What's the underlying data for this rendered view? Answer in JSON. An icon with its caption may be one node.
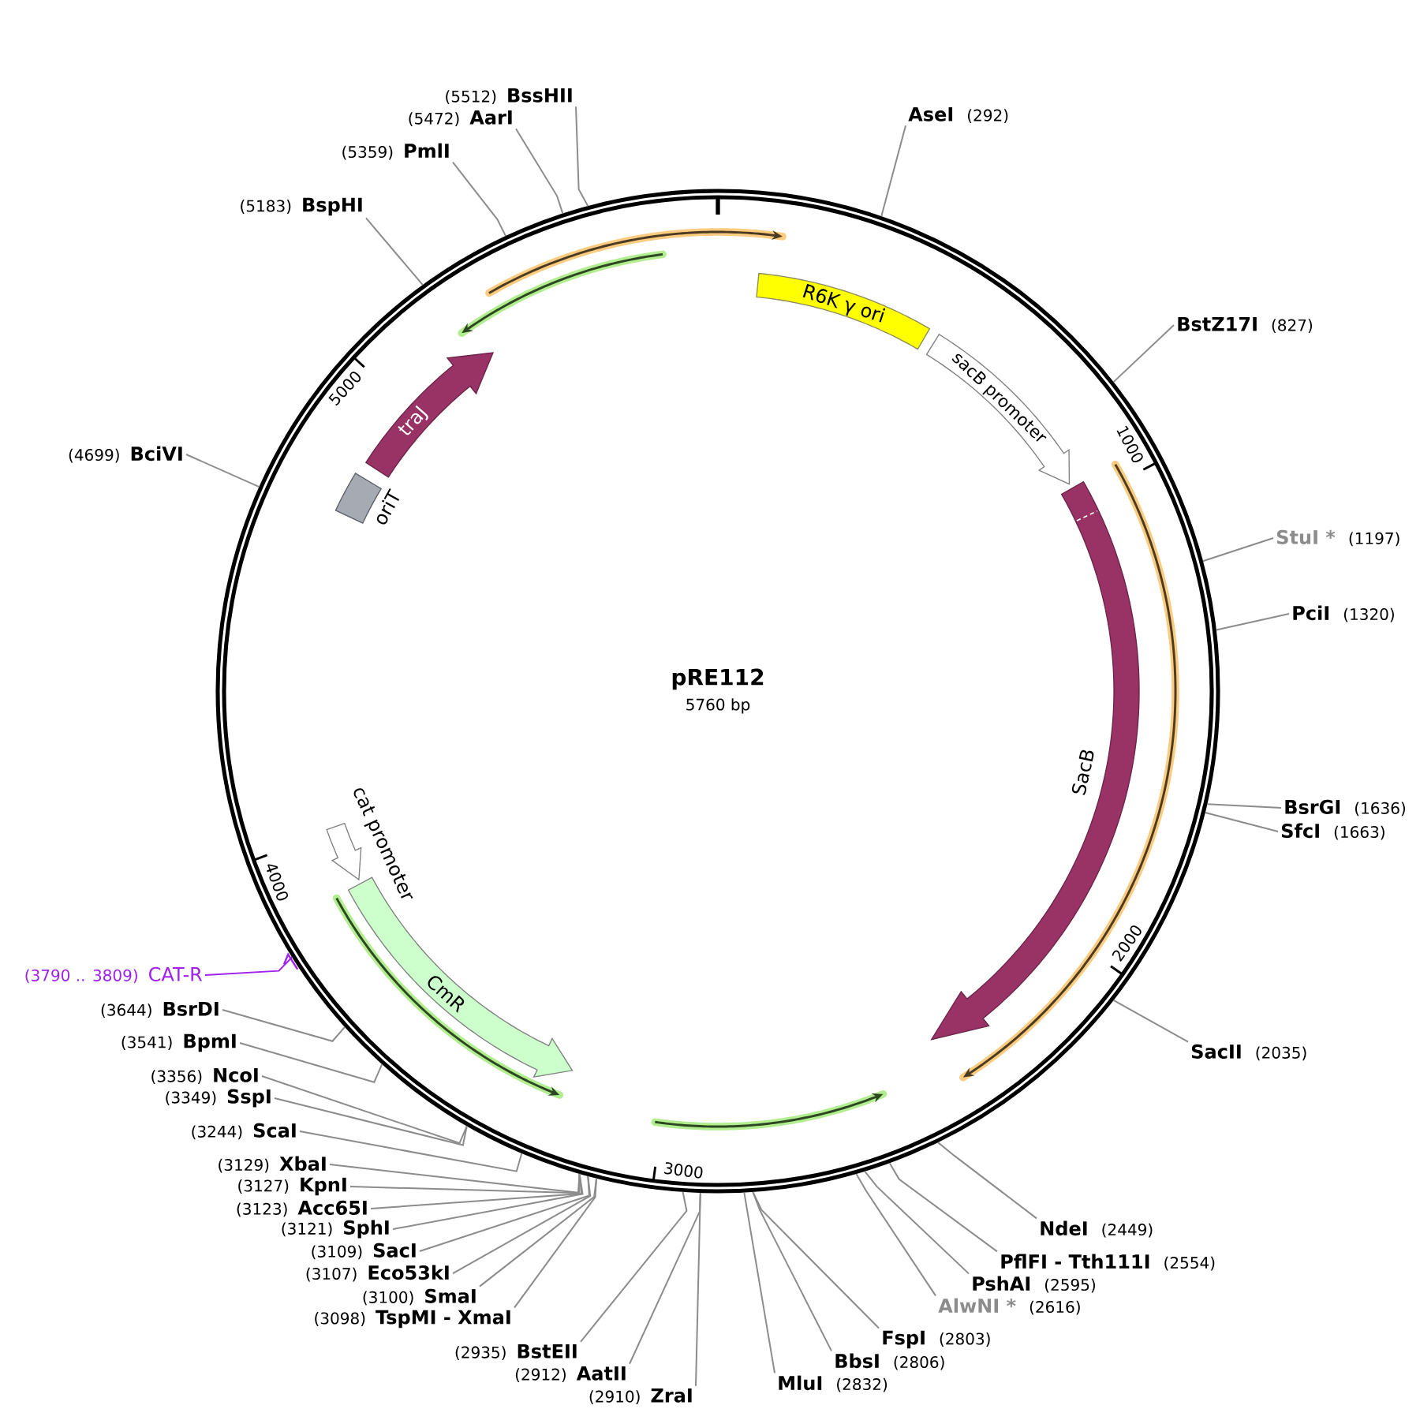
{
  "diagram": {
    "nodes": [
      {
        "text": [
          "pRE112",
          "5760 bp"
        ]
      },
      {
        "text": [
          "R6K γ ori"
        ],
        "in": 0
      },
      {
        "text": [
          "sacB promoter"
        ],
        "in": 0
      },
      {
        "text": [
          "SacB"
        ],
        "in": 0
      },
      {
        "text": [
          "CmR"
        ],
        "in": 0
      },
      {
        "text": [
          "cat promoter"
        ],
        "in": 0
      },
      {
        "text": [
          "oriT"
        ],
        "in": 0
      },
      {
        "text": [
          "traJ"
        ],
        "in": 0
      },
      {
        "text": [
          "(5512)",
          "BssHII"
        ]
      },
      {
        "text": [
          "AseI",
          "(292)"
        ]
      },
      {
        "text": [
          "(5472)",
          "AarI"
        ]
      },
      {
        "text": [
          "(5359)",
          "PmlI"
        ]
      },
      {
        "text": [
          "(5183)",
          "BspHI"
        ]
      },
      {
        "text": [
          "BstZ17I",
          "(827)"
        ]
      },
      {
        "text": [
          "(4699)",
          "BciVI"
        ]
      },
      {
        "text": [
          "StuI *",
          "(1197)"
        ]
      },
      {
        "text": [
          "PciI",
          "(1320)"
        ]
      },
      {
        "text": [
          "BsrGI",
          "(1636)"
        ]
      },
      {
        "text": [
          "SfcI",
          "(1663)"
        ]
      },
      {
        "text": [
          "(3790 .. 3809)",
          "CAT-R"
        ]
      },
      {
        "text": [
          "(3644)",
          "BsrDI"
        ]
      },
      {
        "text": [
          "(3541)",
          "BpmI"
        ]
      },
      {
        "text": [
          "SacII",
          "(2035)"
        ]
      },
      {
        "text": [
          "(3356)",
          "NcoI"
        ]
      },
      {
        "text": [
          "(3349)",
          "SspI"
        ]
      },
      {
        "text": [
          "(3244)",
          "ScaI"
        ]
      },
      {
        "text": [
          "(3129)",
          "XbaI"
        ]
      },
      {
        "text": [
          "(3127)",
          "KpnI"
        ]
      },
      {
        "text": [
          "(3123)",
          "Acc65I"
        ]
      },
      {
        "text": [
          "NdeI",
          "(2449)"
        ]
      },
      {
        "text": [
          "(3121)",
          "SphI"
        ]
      },
      {
        "text": [
          "(3109)",
          "SacI"
        ]
      },
      {
        "text": [
          "PflFI - Tth111I",
          "(2554)"
        ]
      },
      {
        "text": [
          "(3107)",
          "Eco53kI"
        ]
      },
      {
        "text": [
          "PshAI",
          "(2595)"
        ]
      },
      {
        "text": [
          "(3100)",
          "SmaI"
        ]
      },
      {
        "text": [
          "AlwNI *",
          "(2616)"
        ]
      },
      {
        "text": [
          "(3098)",
          "TspMI - XmaI"
        ]
      },
      {
        "text": [
          "FspI",
          "(2803)"
        ]
      },
      {
        "text": [
          "(2935)",
          "BstEII"
        ]
      },
      {
        "text": [
          "BbsI",
          "(2806)"
        ]
      },
      {
        "text": [
          "(2912)",
          "AatII"
        ]
      },
      {
        "text": [
          "MluI",
          "(2832)"
        ]
      },
      {
        "text": [
          "(2910)",
          "ZraI"
        ]
      }
    ],
    "edges": [
      {
        "from": 8,
        "to": 0,
        "arrow": "none"
      },
      {
        "from": 9,
        "to": 0,
        "arrow": "none"
      },
      {
        "from": 10,
        "to": 0,
        "arrow": "none"
      },
      {
        "from": 11,
        "to": 0,
        "arrow": "none"
      },
      {
        "from": 12,
        "to": 0,
        "arrow": "none"
      },
      {
        "from": 13,
        "to": 0,
        "arrow": "none"
      },
      {
        "from": 14,
        "to": 0,
        "arrow": "none"
      },
      {
        "from": 15,
        "to": 0,
        "arrow": "none"
      },
      {
        "from": 16,
        "to": 0,
        "arrow": "none"
      },
      {
        "from": 17,
        "to": 0,
        "arrow": "none"
      },
      {
        "from": 18,
        "to": 0,
        "arrow": "none"
      },
      {
        "from": 19,
        "to": 0,
        "arrow": "other",
        "color": "#a020f0"
      },
      {
        "from": 20,
        "to": 0,
        "arrow": "none"
      },
      {
        "from": 21,
        "to": 0,
        "arrow": "none"
      },
      {
        "from": 22,
        "to": 0,
        "arrow": "none"
      },
      {
        "from": 23,
        "to": 0,
        "arrow": "none"
      },
      {
        "from": 24,
        "to": 0,
        "arrow": "none"
      },
      {
        "from": 25,
        "to": 0,
        "arrow": "none"
      },
      {
        "from": 26,
        "to": 0,
        "arrow": "none"
      },
      {
        "from": 27,
        "to": 0,
        "arrow": "none"
      },
      {
        "from": 28,
        "to": 0,
        "arrow": "none"
      },
      {
        "from": 29,
        "to": 0,
        "arrow": "none"
      },
      {
        "from": 30,
        "to": 0,
        "arrow": "none"
      },
      {
        "from": 31,
        "to": 0,
        "arrow": "none"
      },
      {
        "from": 32,
        "to": 0,
        "arrow": "none"
      },
      {
        "from": 33,
        "to": 0,
        "arrow": "none"
      },
      {
        "from": 34,
        "to": 0,
        "arrow": "none"
      },
      {
        "from": 35,
        "to": 0,
        "arrow": "none"
      },
      {
        "from": 36,
        "to": 0,
        "arrow": "none"
      },
      {
        "from": 37,
        "to": 0,
        "arrow": "none"
      },
      {
        "from": 38,
        "to": 0,
        "arrow": "none"
      },
      {
        "from": 39,
        "to": 0,
        "arrow": "none"
      },
      {
        "from": 40,
        "to": 0,
        "arrow": "none"
      },
      {
        "from": 41,
        "to": 0,
        "arrow": "none"
      },
      {
        "from": 42,
        "to": 0,
        "arrow": "none"
      },
      {
        "from": 43,
        "to": 0,
        "arrow": "none"
      }
    ],
    "labels": [
      "1000",
      "2000",
      "3000",
      "4000",
      "5000"
    ]
  }
}
